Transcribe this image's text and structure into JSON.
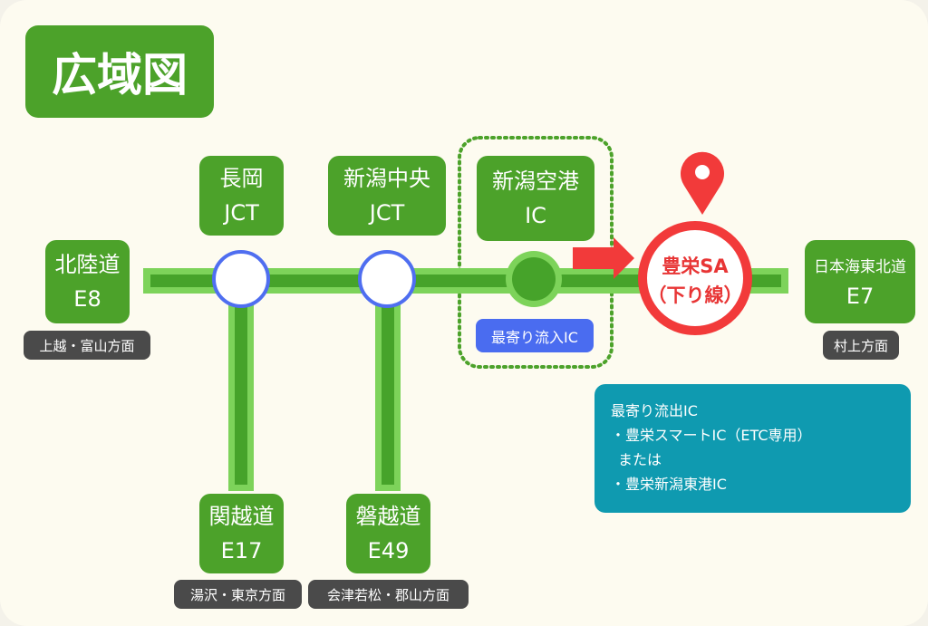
{
  "title": "広域図",
  "nodes": {
    "hokuriku": {
      "name": "北陸道",
      "code": "E8",
      "direction": "上越・富山方面"
    },
    "nagaoka": {
      "name": "長岡",
      "code": "JCT"
    },
    "niigata_chuo": {
      "name": "新潟中央",
      "code": "JCT"
    },
    "airport": {
      "name": "新潟空港",
      "code": "IC",
      "badge": "最寄り流入IC"
    },
    "sa": {
      "name": "豊栄SA",
      "sub": "（下り線）"
    },
    "nihonkai": {
      "name": "日本海東北道",
      "code": "E7",
      "direction": "村上方面"
    },
    "kanetsu": {
      "name": "関越道",
      "code": "E17",
      "direction": "湯沢・東京方面"
    },
    "banetsu": {
      "name": "磐越道",
      "code": "E49",
      "direction": "会津若松・郡山方面"
    }
  },
  "info": {
    "heading": "最寄り流出IC",
    "line1": "・豊栄スマートIC（ETC専用）",
    "line2": "または",
    "line3": "・豊栄新潟東港IC"
  },
  "colors": {
    "green": "#4ca22a",
    "road_light": "#7dd35a",
    "blue": "#4f6ef0",
    "red": "#f23a3a",
    "teal": "#0f9ab0"
  }
}
